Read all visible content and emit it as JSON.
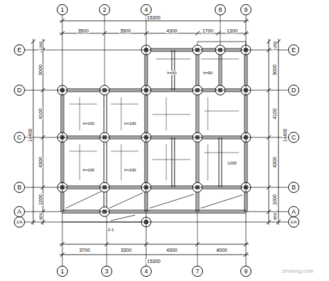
{
  "diagram": {
    "nodes": [
      {
        "text": [
          "1"
        ]
      },
      {
        "text": [
          "2"
        ]
      },
      {
        "text": [
          "4"
        ]
      },
      {
        "text": [
          "8"
        ]
      },
      {
        "text": [
          "9"
        ]
      },
      {
        "text": [
          "1"
        ]
      },
      {
        "text": [
          "3"
        ]
      },
      {
        "text": [
          "4"
        ]
      },
      {
        "text": [
          "7"
        ]
      },
      {
        "text": [
          "9"
        ]
      },
      {
        "text": [
          "E"
        ]
      },
      {
        "text": [
          "D"
        ]
      },
      {
        "text": [
          "C"
        ]
      },
      {
        "text": [
          "B"
        ]
      },
      {
        "text": [
          "A"
        ]
      },
      {
        "text": [
          "1/A"
        ]
      },
      {
        "text": [
          "E"
        ]
      },
      {
        "text": [
          "D"
        ]
      },
      {
        "text": [
          "C"
        ]
      },
      {
        "text": [
          "B"
        ]
      },
      {
        "text": [
          "A"
        ]
      },
      {
        "text": [
          "1/A"
        ]
      }
    ],
    "edges": [
      {
        "from": 0,
        "to": 5,
        "arrow": "none"
      },
      {
        "from": 2,
        "to": 7,
        "arrow": "none"
      },
      {
        "from": 4,
        "to": 9,
        "arrow": "none"
      },
      {
        "from": 10,
        "to": 16,
        "arrow": "none"
      },
      {
        "from": 11,
        "to": 17,
        "arrow": "none"
      },
      {
        "from": 12,
        "to": 18,
        "arrow": "none"
      },
      {
        "from": 13,
        "to": 19,
        "arrow": "none"
      },
      {
        "from": 14,
        "to": 20,
        "arrow": "none"
      },
      {
        "from": 15,
        "to": 21,
        "arrow": "none"
      }
    ],
    "labels": [
      "15300",
      "3500",
      "3500",
      "4300",
      "1700",
      "1300",
      "15300",
      "3700",
      "3300",
      "4300",
      "4000",
      "14400",
      "1200",
      "2000",
      "4100",
      "4300",
      "1200",
      "900",
      "14400",
      "1200",
      "3000",
      "4100",
      "4300",
      "1000",
      "900",
      "h=90",
      "h=90",
      "h=100",
      "h=100",
      "h=100",
      "h=100",
      "1200",
      "2-1",
      "zhulong.com"
    ]
  }
}
